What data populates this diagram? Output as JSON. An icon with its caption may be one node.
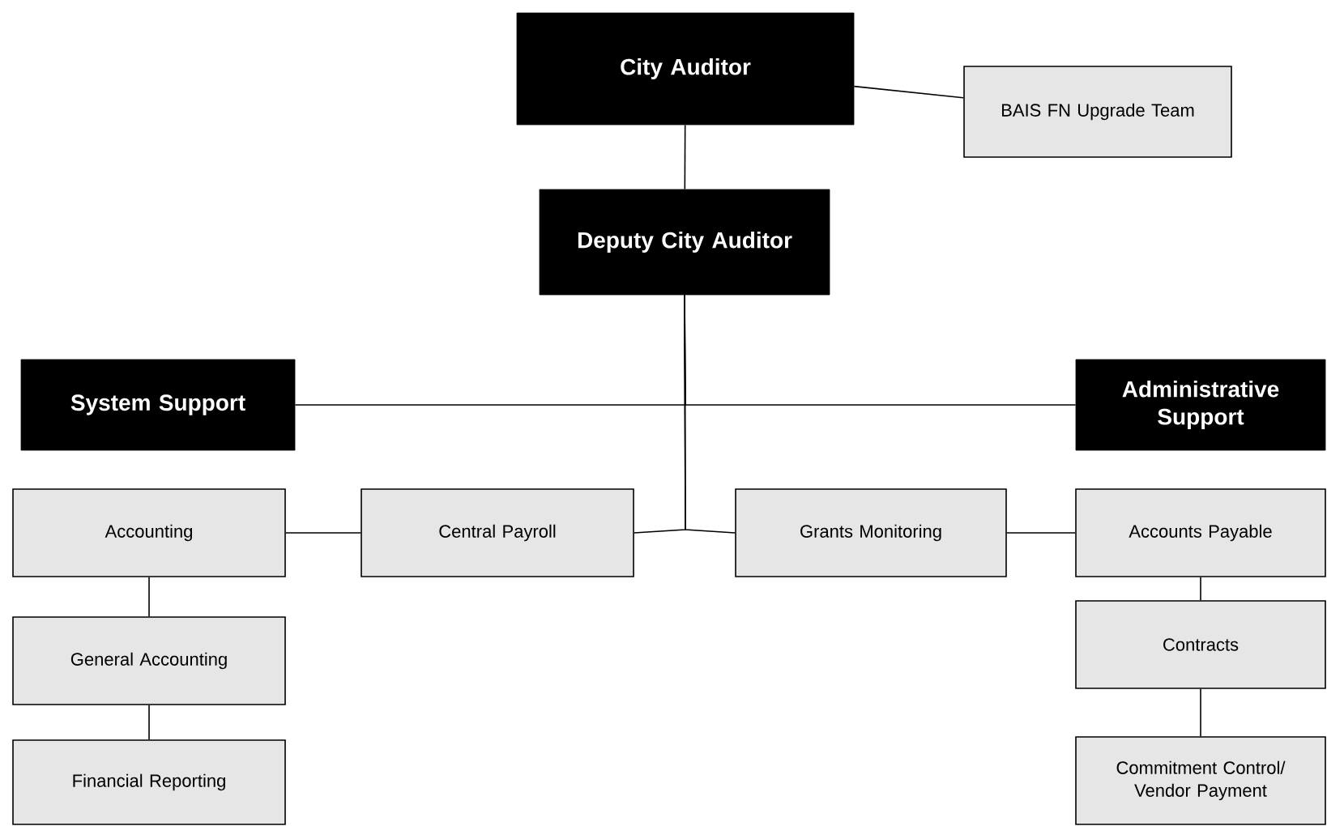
{
  "diagram": {
    "nodes": [
      {
        "text": [
          "City Auditor"
        ]
      },
      {
        "text": [
          "BAIS FN Upgrade Team"
        ]
      },
      {
        "text": [
          "Deputy City Auditor"
        ]
      },
      {
        "text": [
          "System Support"
        ]
      },
      {
        "text": [
          "Administrative Support"
        ]
      },
      {
        "text": [
          "Accounting"
        ]
      },
      {
        "text": [
          "General Accounting"
        ]
      },
      {
        "text": [
          "Financial Reporting"
        ]
      },
      {
        "text": [
          "Central Payroll"
        ]
      },
      {
        "text": [
          "Grants Monitoring"
        ]
      },
      {
        "text": [
          "Accounts Payable"
        ]
      },
      {
        "text": [
          "Contracts"
        ]
      },
      {
        "text": [
          "Commitment Control/ Vendor Payment"
        ]
      }
    ],
    "edges": [
      {
        "from": 0,
        "to": 1,
        "arrow": "none"
      },
      {
        "from": 0,
        "to": 2,
        "arrow": "none"
      },
      {
        "from": 2,
        "to": 3,
        "arrow": "none"
      },
      {
        "from": 2,
        "to": 4,
        "arrow": "none"
      },
      {
        "from": 2,
        "to": 8,
        "arrow": "none"
      },
      {
        "from": 2,
        "to": 9,
        "arrow": "none"
      },
      {
        "from": 8,
        "to": 5,
        "arrow": "none"
      },
      {
        "from": 5,
        "to": 6,
        "arrow": "none"
      },
      {
        "from": 6,
        "to": 7,
        "arrow": "none"
      },
      {
        "from": 9,
        "to": 10,
        "arrow": "none"
      },
      {
        "from": 10,
        "to": 11,
        "arrow": "none"
      },
      {
        "from": 11,
        "to": 12,
        "arrow": "none"
      }
    ]
  }
}
